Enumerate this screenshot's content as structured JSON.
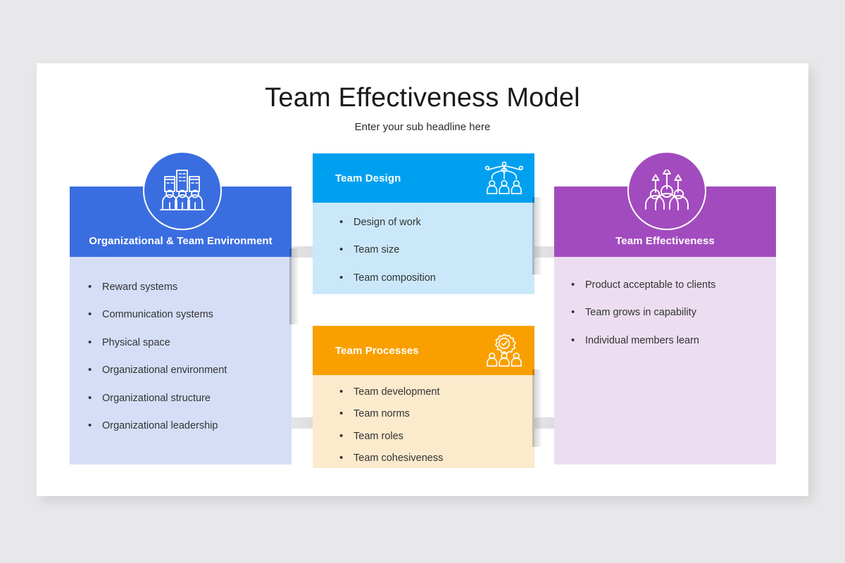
{
  "slide": {
    "title": "Team Effectiveness Model",
    "subtitle": "Enter your sub headline here"
  },
  "colors": {
    "background": "#e8e8ea",
    "slide": "#ffffff",
    "blue_header": "#3a6ee0",
    "blue_body": "#d5def6",
    "cyan_header": "#00a0f0",
    "cyan_body": "#cbe8fa",
    "orange_header": "#f9a000",
    "orange_body": "#fceacd",
    "purple_header": "#a24bbe",
    "purple_body": "#ecdef0",
    "arrow": "#d3d3d6",
    "title_text": "#1a1a1a",
    "bullet_text": "#333333",
    "header_text": "#ffffff"
  },
  "panels": {
    "environment": {
      "title": "Organizational & Team Environment",
      "icon": "city-people-icon",
      "bullets": [
        "Reward systems",
        "Communication systems",
        "Physical space",
        "Organizational environment",
        "Organizational structure",
        "Organizational leadership"
      ]
    },
    "design": {
      "title": "Team Design",
      "icon": "org-chart-people-icon",
      "bullets": [
        "Design of work",
        "Team size",
        "Team composition"
      ]
    },
    "processes": {
      "title": "Team Processes",
      "icon": "gear-check-people-icon",
      "bullets": [
        "Team development",
        "Team norms",
        "Team roles",
        "Team cohesiveness"
      ]
    },
    "effectiveness": {
      "title": "Team Effectiveness",
      "icon": "people-growth-arrows-icon",
      "bullets": [
        "Product acceptable to clients",
        "Team grows in capability",
        "Individual members learn"
      ]
    }
  },
  "connectors": [
    {
      "name": "environment-to-design",
      "direction": "right"
    },
    {
      "name": "design-to-effectiveness",
      "direction": "right"
    },
    {
      "name": "environment-to-processes",
      "direction": "right"
    },
    {
      "name": "processes-to-effectiveness",
      "direction": "right"
    }
  ]
}
